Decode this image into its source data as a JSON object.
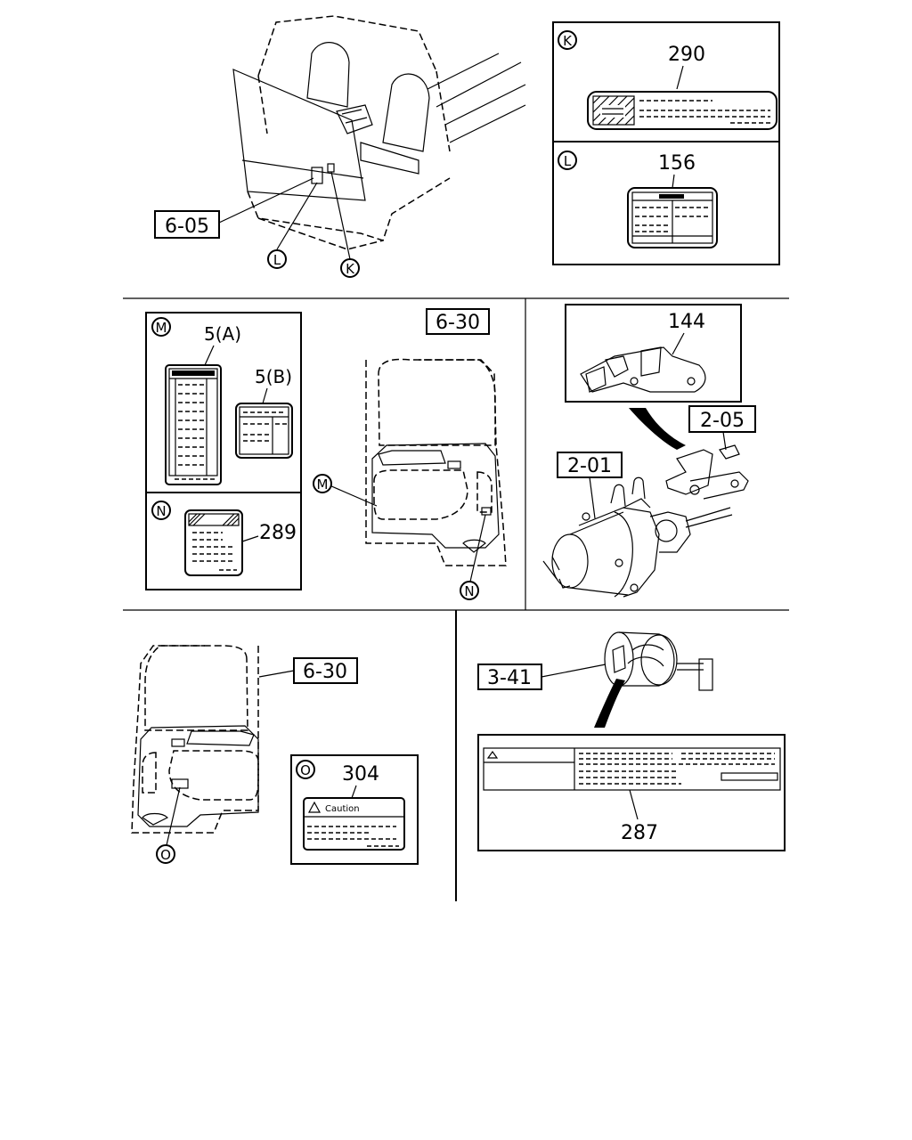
{
  "refs": {
    "r605": "6-05",
    "r630a": "6-30",
    "r630b": "6-30",
    "r205": "2-05",
    "r201": "2-01",
    "r341": "3-41"
  },
  "callouts": {
    "K": "K",
    "L": "L",
    "M": "M",
    "N": "N",
    "O": "O"
  },
  "parts": {
    "p290": "290",
    "p156": "156",
    "p5a": "5(A)",
    "p5b": "5(B)",
    "p289": "289",
    "p144": "144",
    "p304": "304",
    "p287": "287"
  },
  "label_text": {
    "caution": "Caution"
  }
}
